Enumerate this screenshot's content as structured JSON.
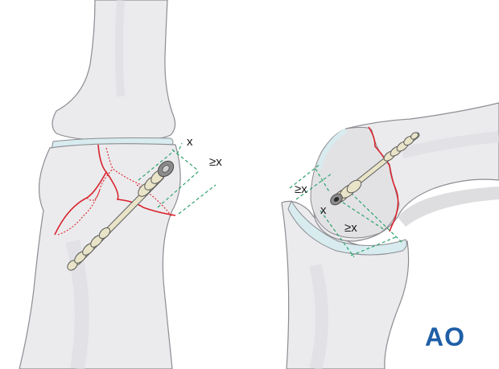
{
  "labels": {
    "left_x": "x",
    "left_ge_x": "≥x",
    "right_ge_x_upper": "≥x",
    "right_x": "x",
    "right_ge_x_lower": "≥x"
  },
  "logo": {
    "text": "AO"
  },
  "colors": {
    "bone_fill": "#ebebed",
    "bone_shadow": "#d6d6da",
    "bone_outline": "#8c8c92",
    "cartilage": "#d8ecef",
    "fracture_line": "#d9232e",
    "measure_line": "#2ea36b",
    "implant": "#e9e4c8",
    "implant_outline": "#5a5a5a",
    "washer": "#8b8b8b",
    "logo": "#1f5fa8"
  },
  "icons": [
    "bone-illustration",
    "screw-illustration",
    "ao-logo"
  ]
}
